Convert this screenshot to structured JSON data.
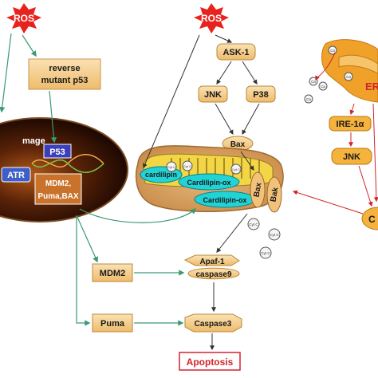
{
  "ros_labels": [
    "ROS",
    "ROS"
  ],
  "p53_pathway": {
    "reverse_mutant": [
      "reverse",
      "mutant p53"
    ],
    "nucleus_damage_text": "mage",
    "p53": "P53",
    "atr": "ATR",
    "targets": [
      "MDM2,",
      "Puma,BAX"
    ]
  },
  "mapk_pathway": {
    "ask1": "ASK-1",
    "jnk": "JNK",
    "p38": "P38",
    "bax": "Bax"
  },
  "mitochondrion": {
    "cardiolipin": "cardilipin",
    "cardiolipin_ox_1": "Cardilipin-ox",
    "cardiolipin_ox_2": "Cardilipin-ox",
    "bax": "Bax",
    "bak": "Bak",
    "cyt_c": "Cyt C"
  },
  "er_pathway": {
    "er": "ER",
    "ire1a": "IRE-1α",
    "jnk": "JNK",
    "calcium_ion": "Ca",
    "c_partial": "C"
  },
  "downstream": {
    "mdm2": "MDM2",
    "puma": "Puma",
    "apaf1": "Apaf-1",
    "caspase9": "caspase9",
    "caspase3": "Caspase3",
    "apoptosis": "Apoptosis"
  },
  "colors": {
    "ros_burst": "#e8231d",
    "ros_text": "#ffffff",
    "tan_box": "#f5ce8c",
    "green_arrow": "#3a9a72",
    "red_arrow": "#d1242b",
    "er_orange": "#f0a12a",
    "ire_orange": "#f5b23d",
    "cyan": "#22d3d6",
    "atr_blue": "#3f5fc6",
    "p53_blue": "#3b3fb9",
    "apoptosis_red": "#d1242b"
  }
}
